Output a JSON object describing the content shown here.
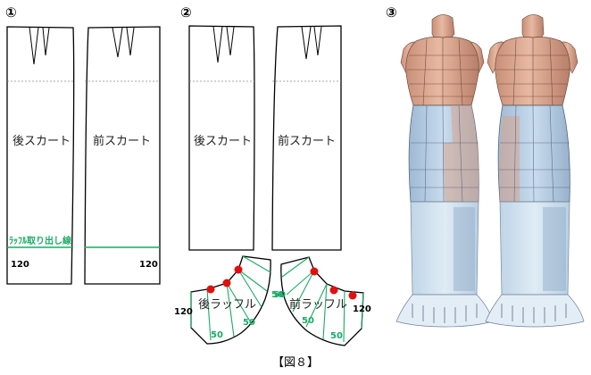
{
  "steps": {
    "one": "①",
    "two": "②",
    "three": "③"
  },
  "panel1": {
    "back_label": "後スカート",
    "front_label": "前スカート",
    "ruffle_line_label": "ﾗｯﾌﾙ取り出し線",
    "back_length": "120",
    "front_length": "120"
  },
  "panel2": {
    "back_label": "後スカート",
    "front_label": "前スカート",
    "back_ruffle_label": "後ラッフル",
    "front_ruffle_label": "前ラッフル",
    "back_ruffle_length": "120",
    "front_ruffle_length": "120",
    "back_ruffle_spacings": [
      "50",
      "50",
      "50"
    ],
    "front_ruffle_spacings": [
      "50",
      "50",
      "50"
    ]
  },
  "caption": "【図８】",
  "colors": {
    "ruffle_line": "#1aaa66",
    "slash_points": "#e01010",
    "mannequin_skin": "#d9a48c",
    "skirt_fill": "#b9d3e8"
  }
}
